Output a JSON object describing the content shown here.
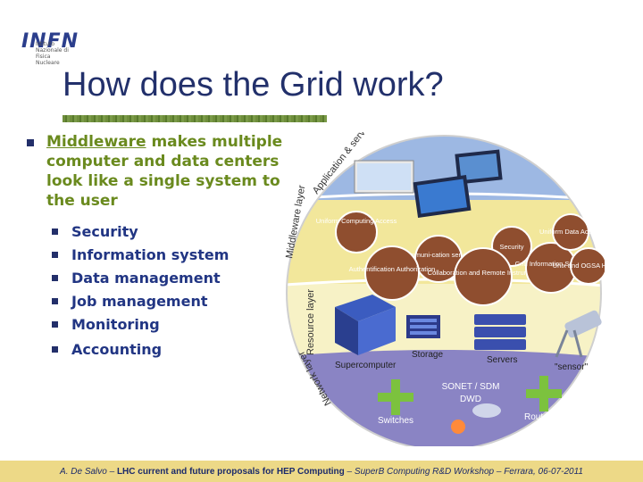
{
  "logo": {
    "text": "INFN",
    "subtitle": "Istituto Nazionale di Fisica Nucleare"
  },
  "title": "How does the Grid work?",
  "main_bullet": {
    "highlight": "Middleware",
    "text": " makes multiple computer and data centers look like a single system to the user"
  },
  "sub_bullets": [
    "Security",
    "Information system",
    "Data management",
    "Job management",
    "Monitoring",
    "Accounting"
  ],
  "diagram": {
    "layers": {
      "application": "Application & serviceware layer",
      "middleware": "Middleware layer",
      "resource": "Resource layer",
      "network": "Network layer"
    },
    "middleware_nodes": {
      "uca": "Uniform Computing Access",
      "comm": "Communi-cation services",
      "auth": "Authentification Authorization",
      "security": "Security",
      "collab": "Collaboration and Remote Instrument",
      "gis": "Grid Information Service",
      "uda": "Uniform Data Access",
      "ogsa": "Unix and OGSA Hosting"
    },
    "resources": {
      "supercomputer": "Supercomputer",
      "storage": "Storage",
      "servers": "Servers",
      "sensor": "\"sensor\""
    },
    "network": {
      "sonet": "SONET / SDM",
      "dwd": "DWD",
      "switches": "Switches",
      "routers": "Routers"
    }
  },
  "footer": {
    "author": "A. De Salvo – ",
    "talk": "LHC current and future proposals for HEP Computing",
    "event": " – SuperB Computing R&D Workshop – Ferrara, 06-07-2011"
  },
  "colors": {
    "title": "#22306b",
    "highlight": "#6a8a1e",
    "bullet_text": "#213583",
    "footer_bg": "#edd987",
    "layer_blue": "#9db8e3",
    "layer_yellow": "#f2e79b",
    "layer_purple": "#8a84c4",
    "node_brown": "#8f4e2f"
  }
}
